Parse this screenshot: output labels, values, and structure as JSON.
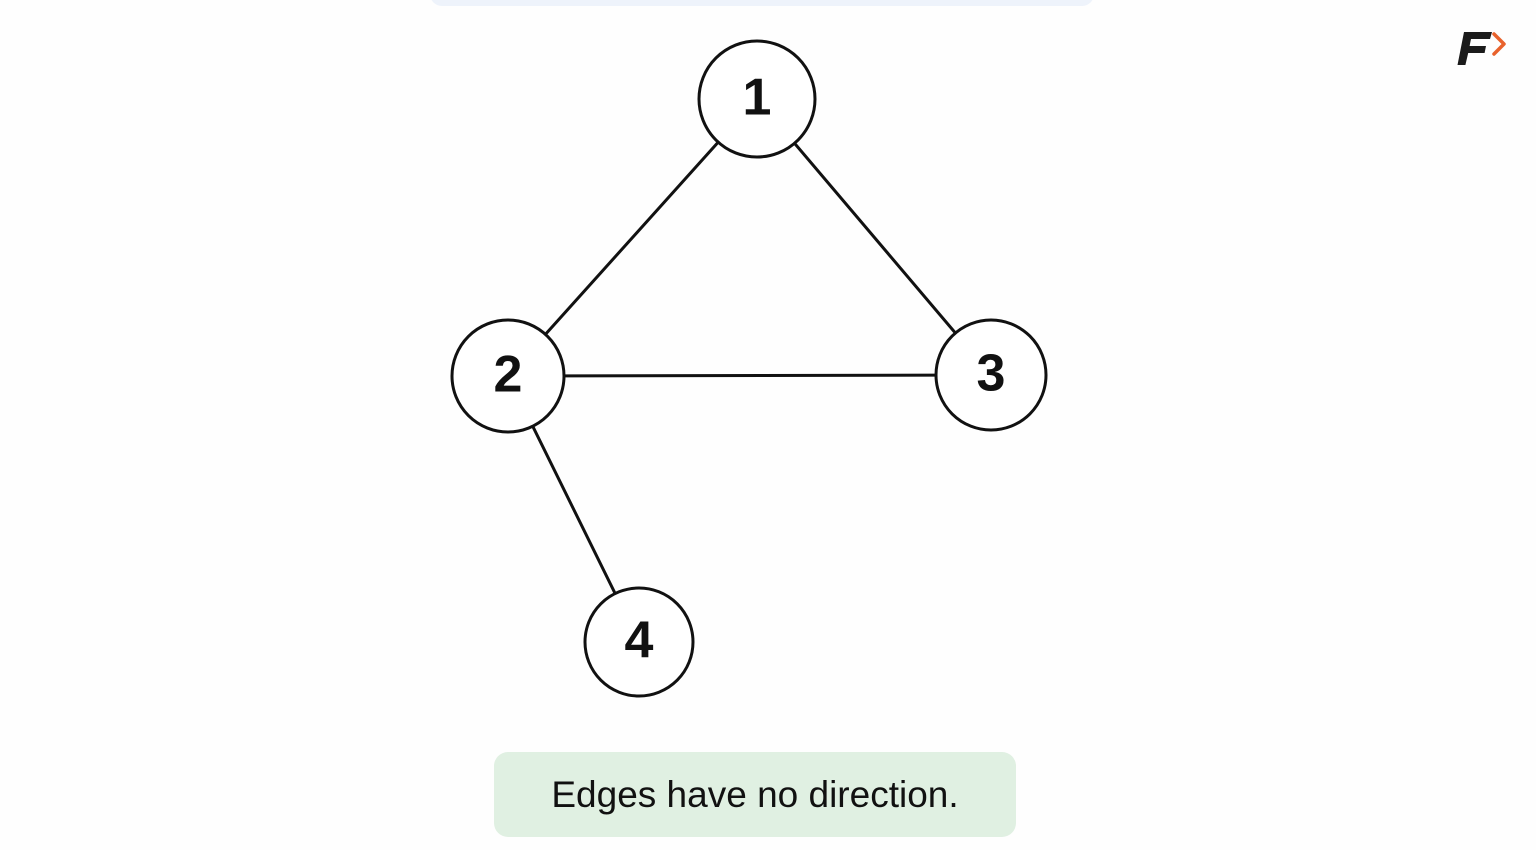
{
  "logo": {
    "icon": "brand-f-arrow-icon",
    "colors": {
      "letter": "#1b1b1b",
      "arrow": "#e8622c"
    }
  },
  "graph": {
    "directed": false,
    "nodes": [
      {
        "id": "1",
        "label": "1"
      },
      {
        "id": "2",
        "label": "2"
      },
      {
        "id": "3",
        "label": "3"
      },
      {
        "id": "4",
        "label": "4"
      }
    ],
    "edges": [
      {
        "from": "1",
        "to": "2"
      },
      {
        "from": "1",
        "to": "3"
      },
      {
        "from": "2",
        "to": "3"
      },
      {
        "from": "2",
        "to": "4"
      }
    ]
  },
  "caption": {
    "text": "Edges have no direction."
  },
  "colors": {
    "stroke": "#111111",
    "node_fill": "#ffffff",
    "caption_bg": "#e0f0e2",
    "banner_bg": "#eef3fb"
  }
}
